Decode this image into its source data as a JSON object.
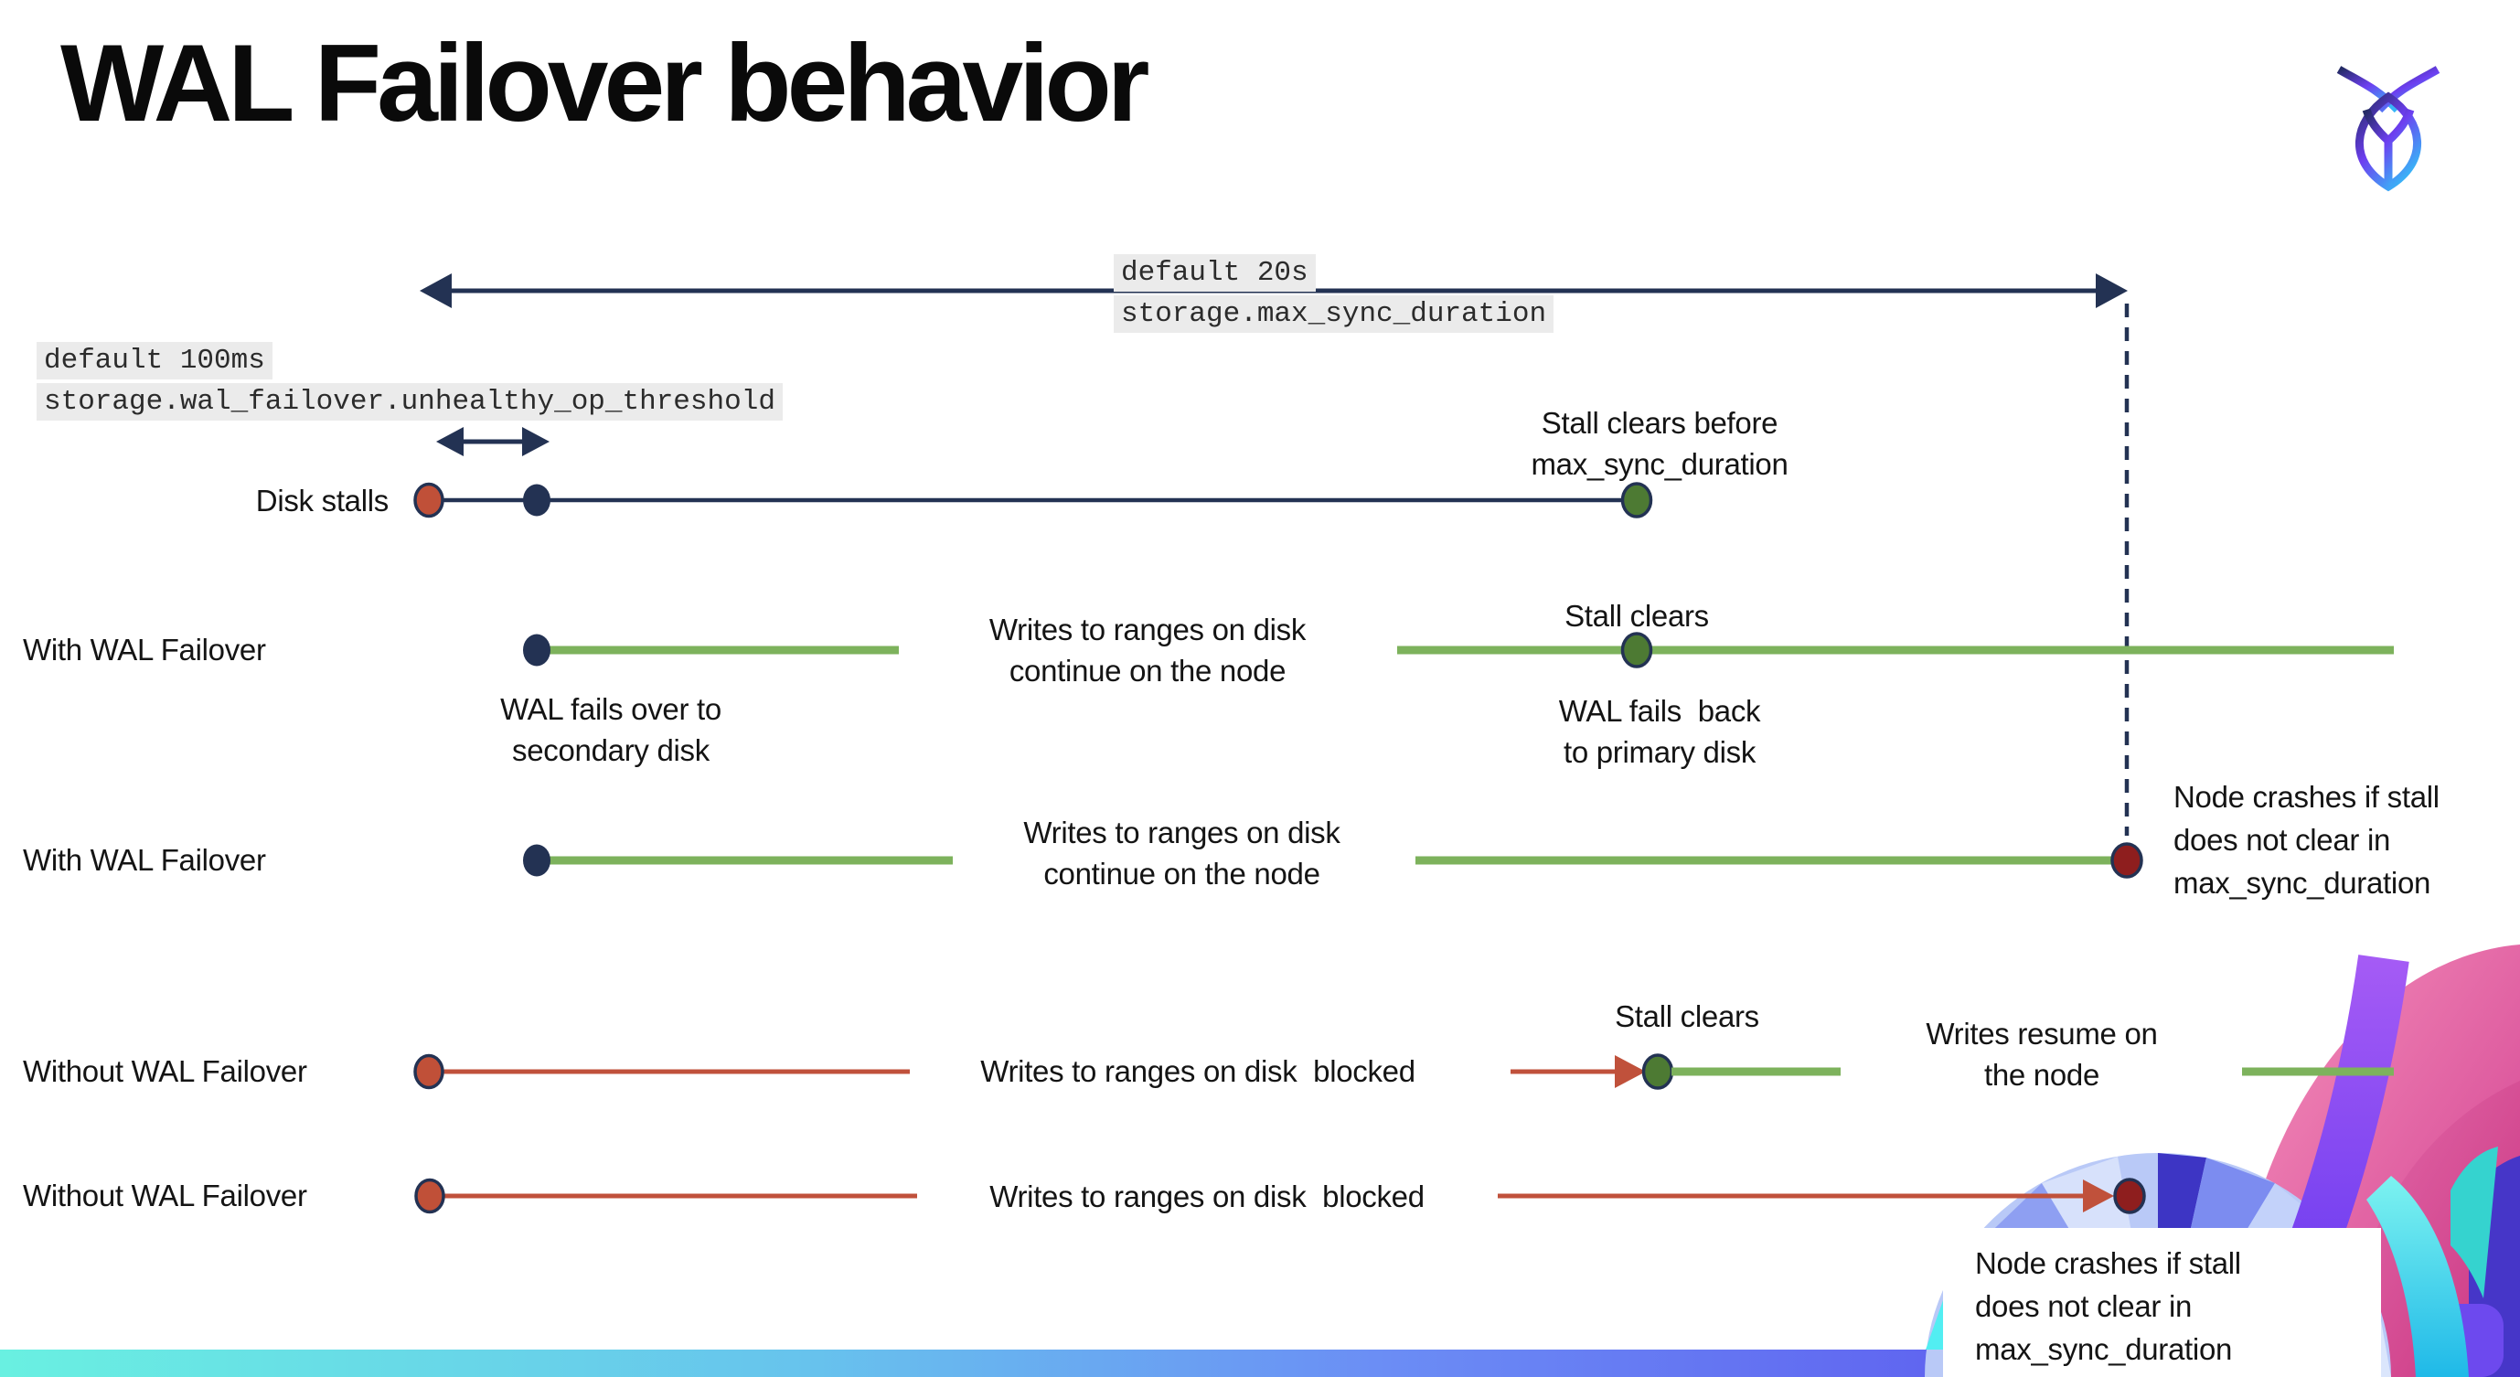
{
  "slide": {
    "title": "WAL Failover behavior"
  },
  "logo": {
    "name": "cockroachdb-mark"
  },
  "config_labels": {
    "max_sync": {
      "default": "default 20s",
      "setting": "storage.max_sync_duration"
    },
    "unhealthy_op": {
      "default": "default 100ms",
      "setting": "storage.wal_failover.unhealthy_op_threshold"
    }
  },
  "rows": {
    "disk_stalls": {
      "label": "Disk stalls",
      "stall_clears_before": [
        "Stall clears before",
        "max_sync_duration"
      ]
    },
    "failover1": {
      "label": "With WAL Failover",
      "fail_over": [
        "WAL fails over to",
        "secondary disk"
      ],
      "writes": [
        "Writes to ranges on disk",
        "continue on the node"
      ],
      "stall_clears": "Stall clears",
      "fail_back": [
        "WAL fails  back",
        "to primary disk"
      ]
    },
    "failover2": {
      "label": "With WAL Failover",
      "writes": [
        "Writes to ranges on disk",
        "continue on the node"
      ],
      "crash": [
        "Node crashes if stall",
        "does not clear in",
        "max_sync_duration"
      ]
    },
    "no_failover1": {
      "label": "Without WAL Failover",
      "writes_blocked": "Writes to ranges on disk  blocked",
      "stall_clears": "Stall clears",
      "resume": [
        "Writes resume on",
        "the node"
      ]
    },
    "no_failover2": {
      "label": "Without WAL Failover",
      "writes_blocked": "Writes to ranges on disk  blocked",
      "crash": [
        "Node crashes if stall",
        "does not clear in",
        "max_sync_duration"
      ]
    }
  },
  "colors": {
    "navy": "#233253",
    "timeline_green": "#7db25c",
    "timeline_red": "#c0513b",
    "dot_green": "#4d7a33",
    "dot_red": "#c05038",
    "dot_dark_red": "#8e1e1e",
    "code_bg": "#ebebeb",
    "footer_gradient": [
      "#69f0e1",
      "#6b8df5",
      "#7142f2"
    ]
  }
}
